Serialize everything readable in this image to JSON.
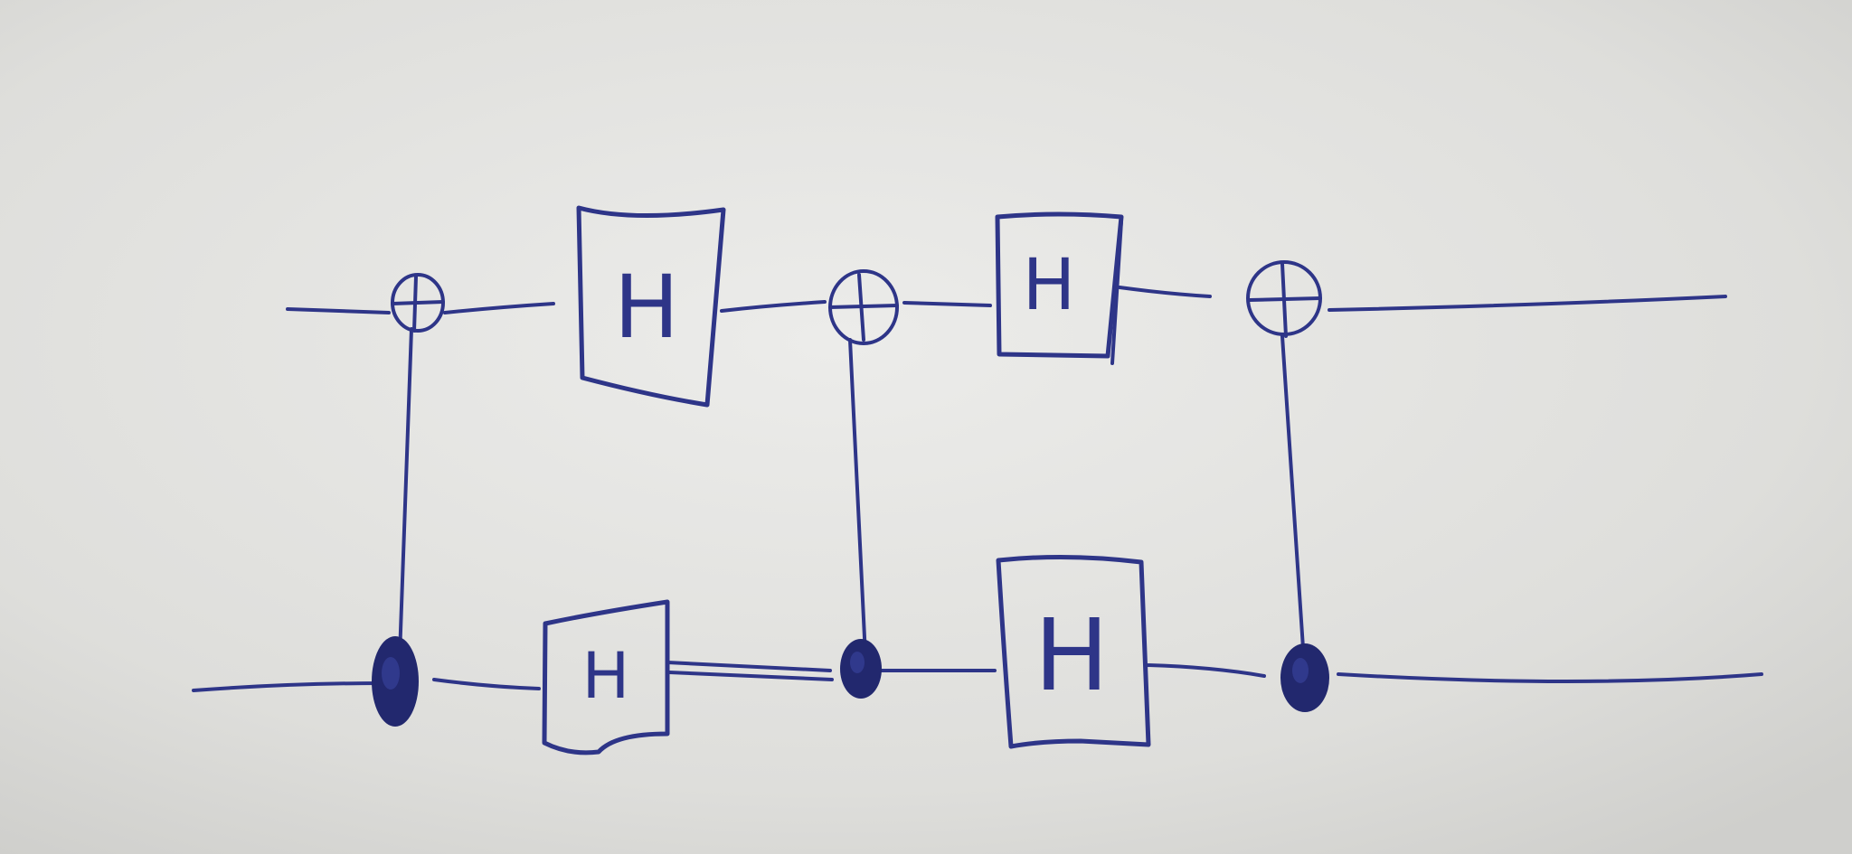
{
  "diagram": {
    "type": "quantum-circuit",
    "qubit_count": 2,
    "ink_color": "#2e3588",
    "paper_color": "#e9e9e6",
    "gates": [
      {
        "id": "cnot-1-target",
        "kind": "cnot-target",
        "wire": 0
      },
      {
        "id": "cnot-1-control",
        "kind": "cnot-control",
        "wire": 1
      },
      {
        "id": "h-top-1",
        "kind": "hadamard",
        "wire": 0,
        "label": "H"
      },
      {
        "id": "h-bottom-1",
        "kind": "hadamard",
        "wire": 1,
        "label": "H"
      },
      {
        "id": "cnot-2-target",
        "kind": "cnot-target",
        "wire": 0
      },
      {
        "id": "cnot-2-control",
        "kind": "cnot-control",
        "wire": 1
      },
      {
        "id": "h-top-2",
        "kind": "hadamard",
        "wire": 0,
        "label": "H"
      },
      {
        "id": "h-bottom-2",
        "kind": "hadamard",
        "wire": 1,
        "label": "H"
      },
      {
        "id": "cnot-3-target",
        "kind": "cnot-target",
        "wire": 0
      },
      {
        "id": "cnot-3-control",
        "kind": "cnot-control",
        "wire": 1
      }
    ]
  }
}
